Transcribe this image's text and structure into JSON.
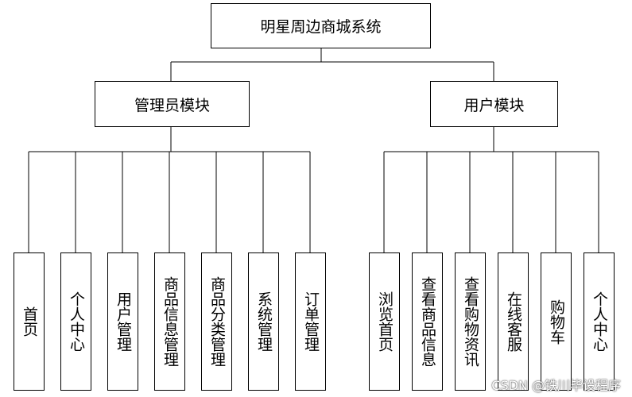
{
  "diagram": {
    "type": "hierarchy",
    "root": {
      "label": "明星周边商城系统"
    },
    "modules": [
      {
        "label": "管理员模块",
        "children": [
          "首页",
          "个人中心",
          "用户管理",
          "商品信息管理",
          "商品分类管理",
          "系统管理",
          "订单管理"
        ]
      },
      {
        "label": "用户模块",
        "children": [
          "浏览首页",
          "查看商品信息",
          "查看购物资讯",
          "在线客服",
          "购物车",
          "个人中心"
        ]
      }
    ],
    "line_color": "#000000",
    "box_fill": "#ffffff"
  },
  "watermark": "CSDN @铁川毕设程序"
}
